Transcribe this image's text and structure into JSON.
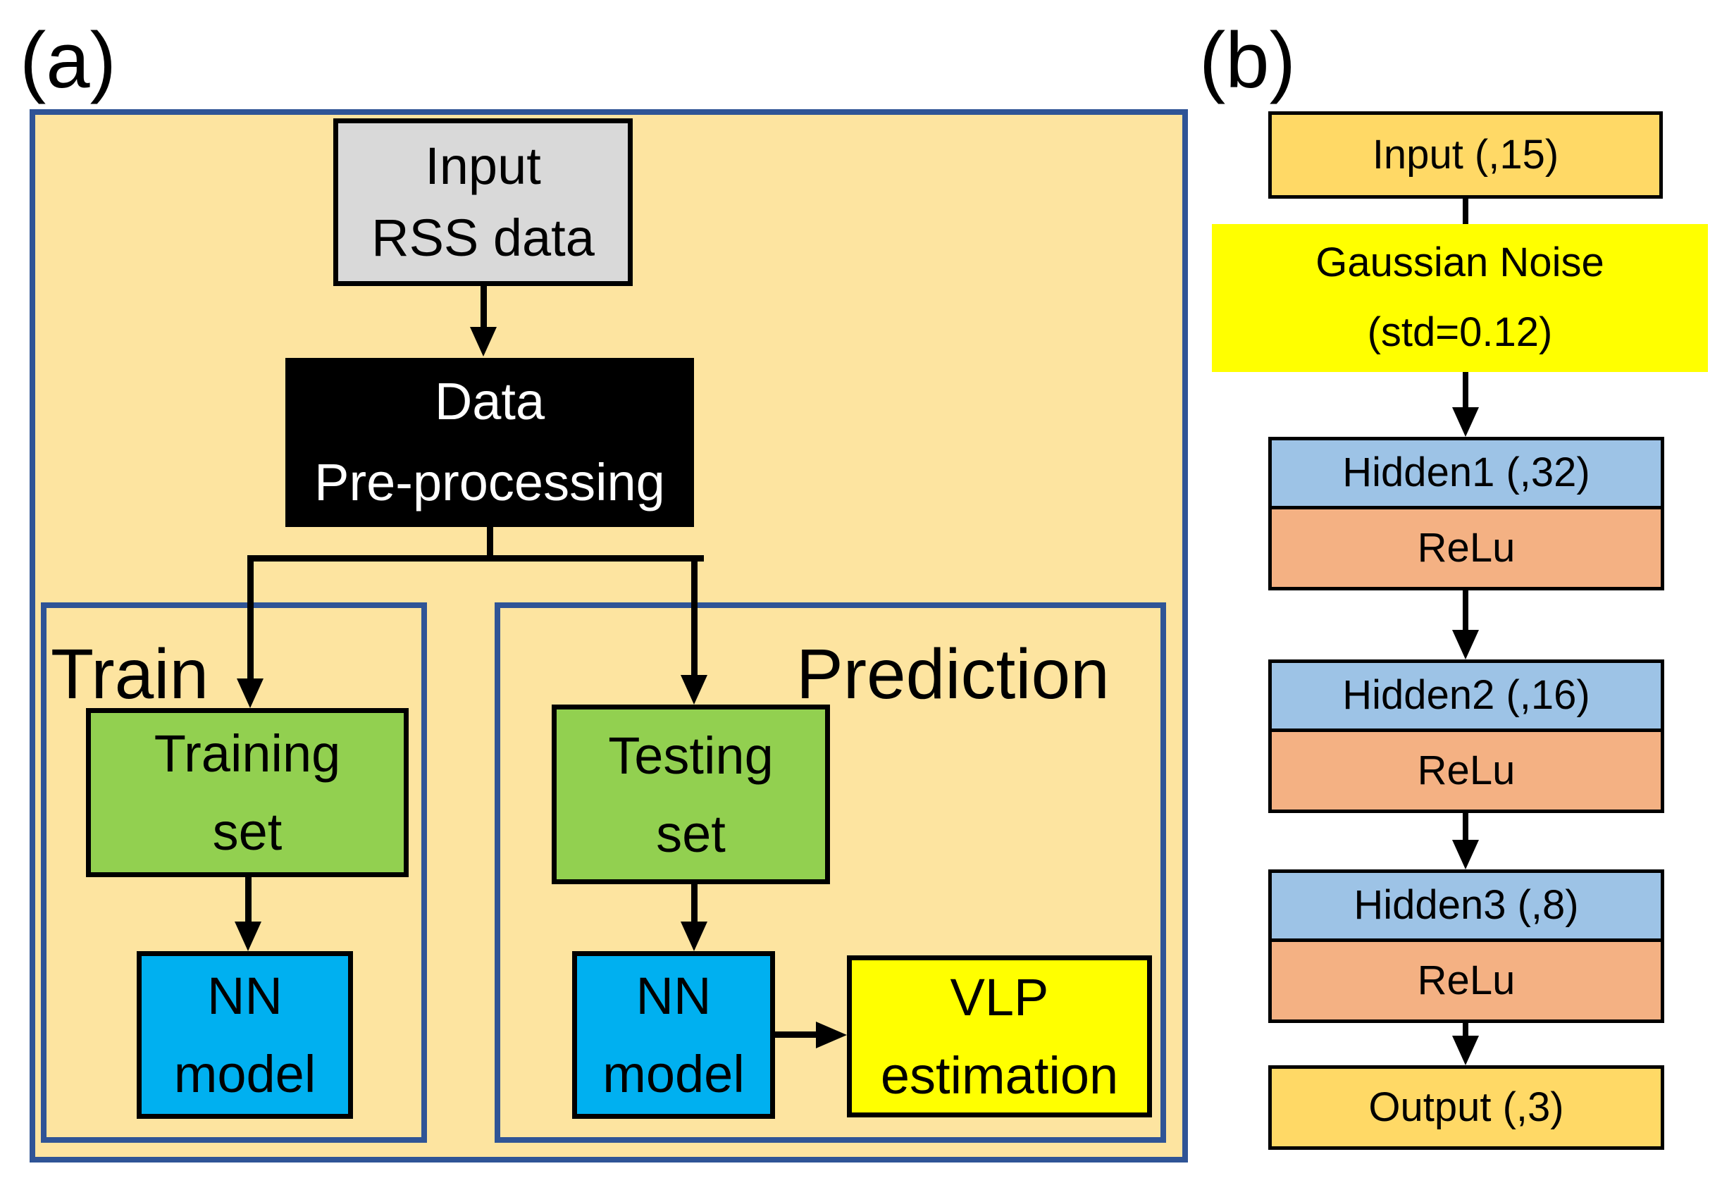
{
  "panel_a": {
    "label": "(a)",
    "input_rss_box": "Input\nRSS data",
    "preprocessing_box": "Data\nPre-processing",
    "train_section_label": "Train",
    "prediction_section_label": "Prediction",
    "training_set_box": "Training\nset",
    "testing_set_box": "Testing\nset",
    "nn_model_train_box": "NN\nmodel",
    "nn_model_prediction_box": "NN\nmodel",
    "vlp_estimation_box": "VLP\nestimation"
  },
  "panel_b": {
    "label": "(b)",
    "layers": [
      {
        "name": "input-layer",
        "label": "Input (,15)"
      },
      {
        "name": "gaussian-noise-layer",
        "label": "Gaussian Noise\n(std=0.12)"
      },
      {
        "name": "hidden1-layer",
        "label": "Hidden1 (,32)",
        "activation": "ReLu"
      },
      {
        "name": "hidden2-layer",
        "label": "Hidden2 (,16)",
        "activation": "ReLu"
      },
      {
        "name": "hidden3-layer",
        "label": "Hidden3 (,8)",
        "activation": "ReLu"
      },
      {
        "name": "output-layer",
        "label": "Output (,3)"
      }
    ]
  },
  "colors": {
    "panel_fill": "#FDE4A0",
    "panel_border_blue": "#2F5496",
    "input_rss_gray": "#D9D9D9",
    "preprocessing_black": "#000000",
    "dataset_green": "#92D050",
    "nn_model_cyan": "#00B0F0",
    "vlp_yellow": "#FFFF00",
    "gaussian_noise_yellow": "#FFFF00",
    "input_output_gold": "#FFD966",
    "hidden_layer_blue": "#9DC3E6",
    "relu_salmon": "#F4B183"
  }
}
